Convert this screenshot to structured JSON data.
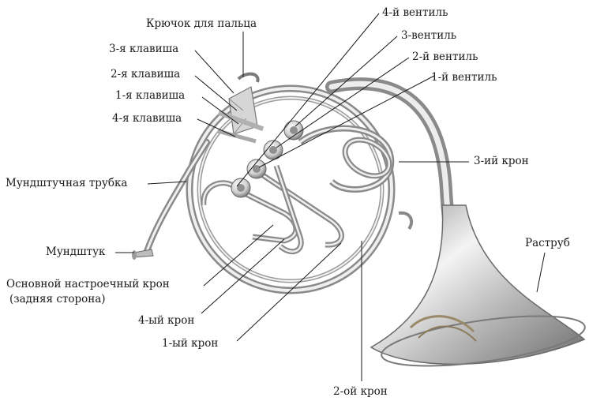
{
  "labels": {
    "finger_hook": "Крючок для пальца",
    "key3": "3-я клавиша",
    "key2": "2-я клавиша",
    "key1": "1-я клавиша",
    "key4": "4-я клавиша",
    "leadpipe": "Мундштучная трубка",
    "mouthpiece": "Мундштук",
    "main_slide_1": "Основной настроечный крон",
    "main_slide_2": "(задняя сторона)",
    "slide4": "4-ый крон",
    "slide1": "1-ый крон",
    "slide2": "2-ой крон",
    "valve4": "4-й вентиль",
    "valve3": "3-вентиль",
    "valve2": "2-й вентиль",
    "valve1": "1-й вентиль",
    "slide3": "3-ий крон",
    "bell": "Раструб"
  },
  "colors": {
    "metal_light": "#f2f2f2",
    "metal_mid": "#c9c9c9",
    "metal_dark": "#7a7a7a",
    "line": "#1a1a1a"
  }
}
